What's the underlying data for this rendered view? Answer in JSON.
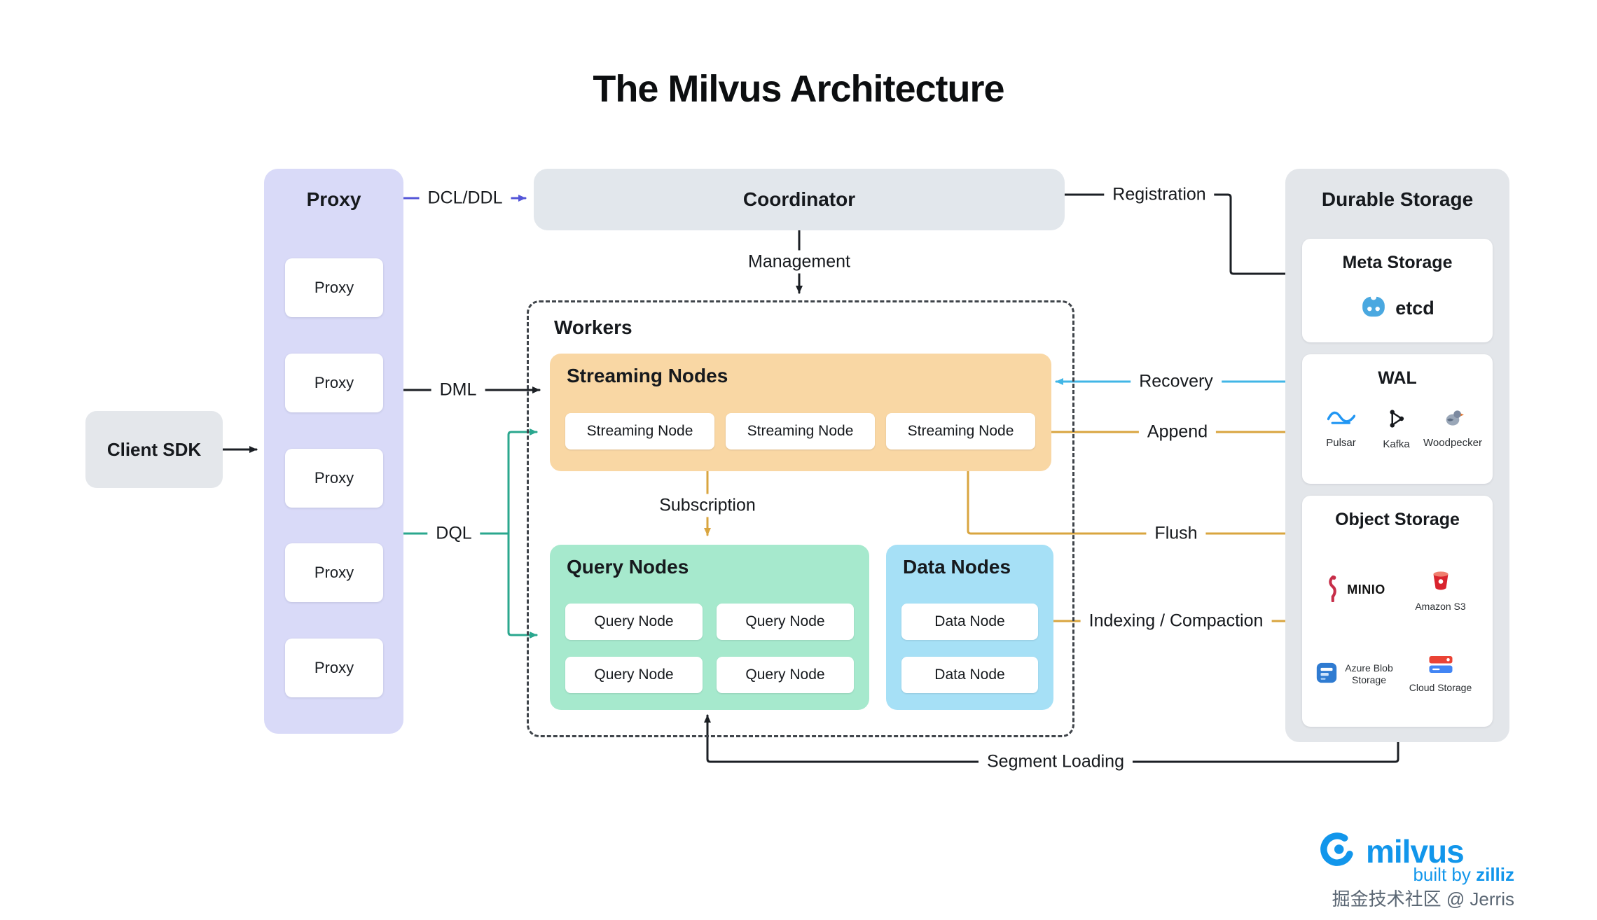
{
  "title": "The Milvus Architecture",
  "client_sdk": {
    "label": "Client SDK"
  },
  "proxy_panel": {
    "title": "Proxy",
    "items": [
      "Proxy",
      "Proxy",
      "Proxy",
      "Proxy",
      "Proxy"
    ]
  },
  "coordinator": {
    "label": "Coordinator"
  },
  "workers": {
    "title": "Workers",
    "streaming": {
      "title": "Streaming Nodes",
      "items": [
        "Streaming Node",
        "Streaming Node",
        "Streaming Node"
      ]
    },
    "query": {
      "title": "Query Nodes",
      "items": [
        "Query Node",
        "Query Node",
        "Query Node",
        "Query Node"
      ]
    },
    "data": {
      "title": "Data Nodes",
      "items": [
        "Data Node",
        "Data Node"
      ]
    }
  },
  "durable_storage": {
    "title": "Durable Storage",
    "meta_storage": {
      "title": "Meta Storage",
      "provider": "etcd"
    },
    "wal": {
      "title": "WAL",
      "providers": [
        "Pulsar",
        "Kafka",
        "Woodpecker"
      ]
    },
    "object_storage": {
      "title": "Object Storage",
      "providers": [
        "MINIO",
        "Amazon S3",
        "Azure Blob Storage",
        "Cloud Storage"
      ]
    }
  },
  "edges": {
    "dcl_ddl": "DCL/DDL",
    "management": "Management",
    "dml": "DML",
    "dql": "DQL",
    "registration": "Registration",
    "recovery": "Recovery",
    "append": "Append",
    "flush": "Flush",
    "subscription": "Subscription",
    "indexing_compaction": "Indexing / Compaction",
    "segment_loading": "Segment Loading"
  },
  "footer": {
    "brand": "milvus",
    "built_by": "built by",
    "zilliz": "zilliz",
    "credit": "掘金技术社区 @ Jerris"
  },
  "colors": {
    "proxy_panel_bg": "#d9daf8",
    "coordinator_bg": "#e2e7ec",
    "client_sdk_bg": "#e4e7eb",
    "streaming_bg": "#f9d7a4",
    "query_bg": "#a6e9cd",
    "data_bg": "#a6e0f6",
    "durable_bg": "#e3e6ea",
    "arrow_black": "#1b1f24",
    "arrow_purple": "#5456d8",
    "arrow_teal": "#2aa78e",
    "arrow_cyan": "#41b6e6",
    "arrow_gold": "#d9a53f",
    "brand_blue": "#1296eb"
  }
}
